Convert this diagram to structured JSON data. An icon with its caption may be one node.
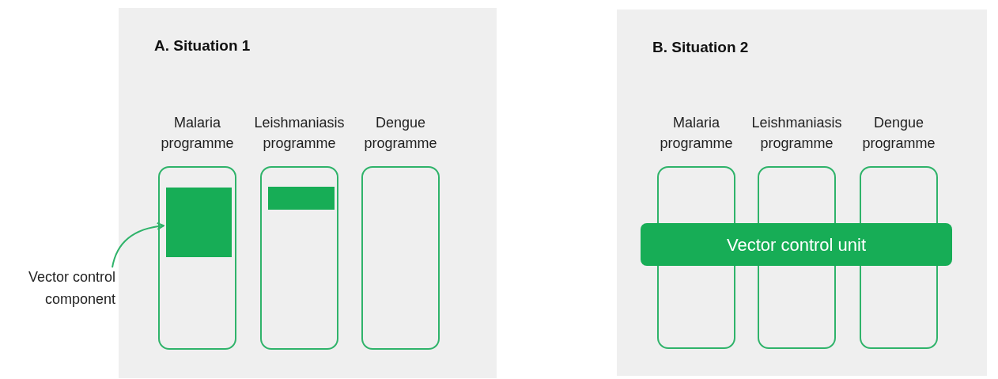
{
  "diagram": {
    "nodes": [
      {
        "text": [
          "A. Situation 1"
        ]
      },
      {
        "text": [
          "Malaria programme"
        ],
        "in": 0
      },
      {
        "text": [
          "Leishmaniasis programme"
        ],
        "in": 0
      },
      {
        "text": [
          "Dengue programme"
        ],
        "in": 0
      },
      {
        "text": [],
        "shape": "box",
        "in": 1
      },
      {
        "text": [],
        "shape": "box",
        "in": 2
      },
      {
        "text": [
          "Vector control component"
        ]
      },
      {
        "text": [
          "B. Situation 2"
        ]
      },
      {
        "text": [
          "Malaria programme"
        ],
        "in": 7
      },
      {
        "text": [
          "Leishmaniasis programme"
        ],
        "in": 7
      },
      {
        "text": [
          "Dengue programme"
        ],
        "in": 7
      },
      {
        "text": [
          "Vector control unit"
        ],
        "in": 7
      }
    ],
    "edges": [
      {
        "from": 6,
        "to": 4,
        "arrow": "to"
      }
    ]
  }
}
